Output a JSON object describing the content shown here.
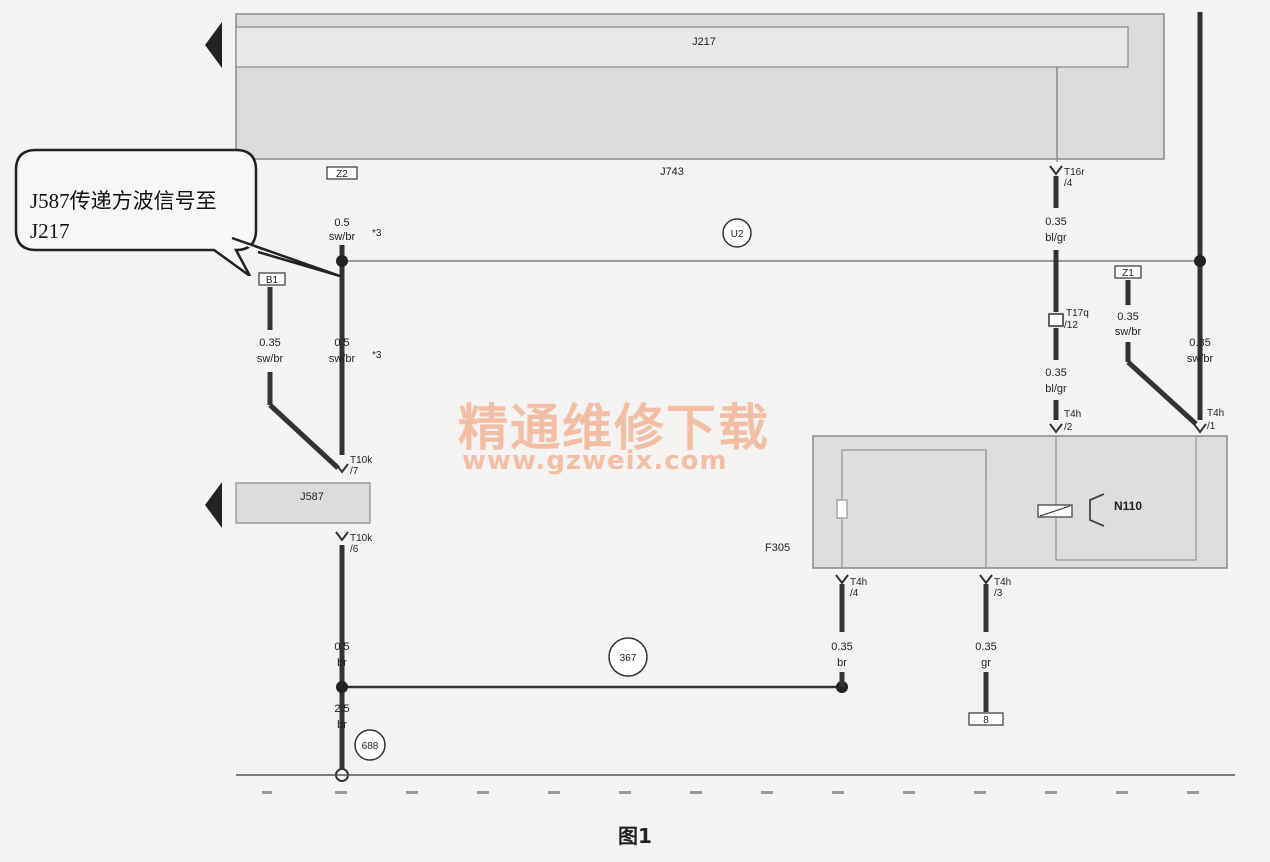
{
  "components": {
    "j217": "J217",
    "j743": "J743",
    "j587": "J587",
    "f305": "F305",
    "n110": "N110"
  },
  "connectors": {
    "z2": "Z2",
    "b1": "B1",
    "z1": "Z1",
    "t16r": "T16r",
    "t16r_pin": "/4",
    "t17q": "T17q",
    "t17q_pin": "/12",
    "t10k_a": "T10k",
    "t10k_a_pin": "/7",
    "t10k_b": "T10k",
    "t10k_b_pin": "/6",
    "t4h_l": "T4h",
    "t4h_l_pin": "/4",
    "t4h_m": "T4h",
    "t4h_m_pin": "/3",
    "t4h_t2": "T4h",
    "t4h_t2_pin": "/2",
    "t4h_t1": "T4h",
    "t4h_t1_pin": "/1",
    "ground_box": "8"
  },
  "wires": {
    "w_z2_size": "0.5",
    "w_z2_color": "sw/br",
    "w_z2_note": "*3",
    "w_b1_size": "0.35",
    "w_b1_color": "sw/br",
    "w_mid_size": "0.5",
    "w_mid_color": "sw/br",
    "w_mid_note": "*3",
    "w_t16_size": "0.35",
    "w_t16_color": "bl/gr",
    "w_t17_size": "0.35",
    "w_t17_color": "bl/gr",
    "w_z1_size": "0.35",
    "w_z1_color": "sw/br",
    "w_right_size": "0.35",
    "w_right_color": "sw/br",
    "w_br_size": "0.5",
    "w_br_color": "br",
    "w_f4_size": "0.35",
    "w_f4_color": "br",
    "w_f3_size": "0.35",
    "w_f3_color": "gr",
    "w_gnd_size": "2.5",
    "w_gnd_color": "br"
  },
  "nodes": {
    "u2": "U2",
    "n367": "367",
    "n688": "688"
  },
  "callout_text": "J587传递方波信号至J217",
  "watermark": {
    "cn": "精通维修下载",
    "url": "www.gzweix.com"
  },
  "figure_caption": "图1"
}
